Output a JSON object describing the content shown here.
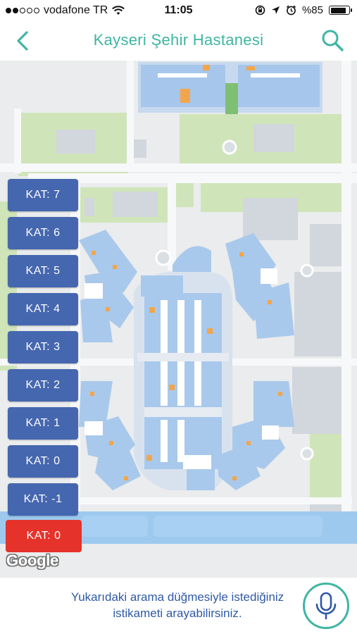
{
  "status_bar": {
    "carrier": "vodafone TR",
    "signal_bars_filled": 2,
    "signal_bars_total": 5,
    "time": "11:05",
    "battery_percent": "%85",
    "battery_level": 0.85,
    "icons": [
      "wifi-icon",
      "orientation-lock-icon",
      "location-arrow-icon",
      "alarm-icon",
      "battery-icon"
    ]
  },
  "nav": {
    "title": "Kayseri Şehir Hastanesi",
    "back_icon": "chevron-left-icon",
    "search_icon": "search-icon"
  },
  "floors": [
    {
      "label": "KAT: 7"
    },
    {
      "label": "KAT: 6"
    },
    {
      "label": "KAT: 5"
    },
    {
      "label": "KAT: 4"
    },
    {
      "label": "KAT: 3"
    },
    {
      "label": "KAT: 2"
    },
    {
      "label": "KAT: 1"
    },
    {
      "label": "KAT: 0"
    },
    {
      "label": "KAT: -1"
    }
  ],
  "current_floor": "KAT: 0",
  "map_attribution": "Google",
  "hint_text": "Yukarıdaki arama düğmesiyle istediğiniz istikameti arayabilirsiniz.",
  "mic_icon": "microphone-icon",
  "colors": {
    "accent": "#3fb5a3",
    "floor_button": "#3f62ad",
    "current_floor": "#e5322a",
    "hint_text": "#2f59a6",
    "water": "#9ec9ee",
    "green": "#cde6b6",
    "building": "#a9c9ec"
  }
}
